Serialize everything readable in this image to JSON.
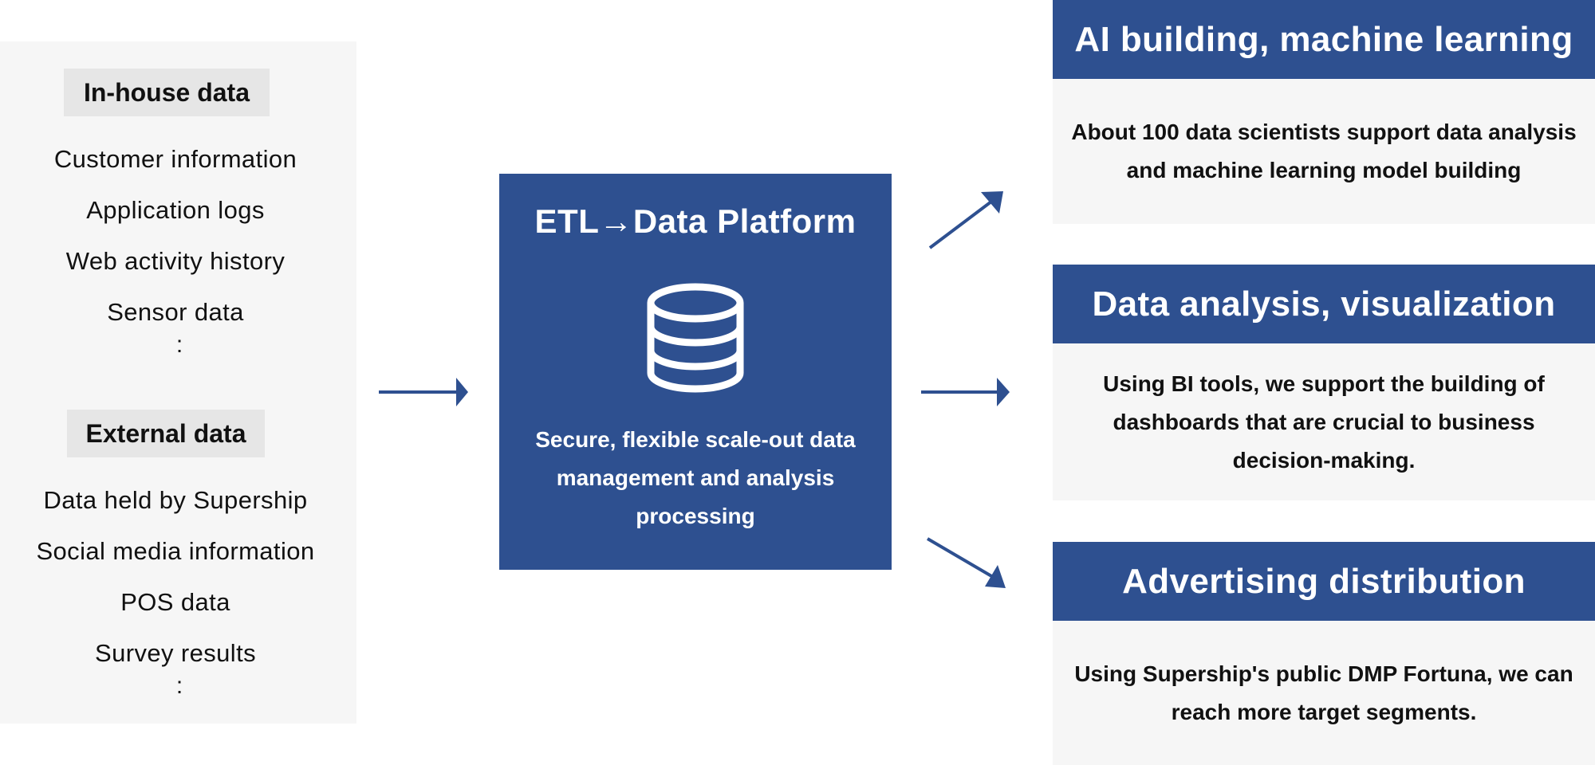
{
  "colors": {
    "brand_blue": "#2e5090",
    "panel_gray": "#f6f6f6",
    "label_gray": "#e6e6e6",
    "text_dark": "#111111",
    "text_light": "#ffffff"
  },
  "sources": {
    "inhouse": {
      "label": "In-house data",
      "items": [
        "Customer information",
        "Application logs",
        "Web activity history",
        "Sensor data"
      ],
      "ellipsis": ":"
    },
    "external": {
      "label": "External data",
      "items": [
        "Data held by Supership",
        "Social media information",
        "POS data",
        "Survey results"
      ],
      "ellipsis": ":"
    }
  },
  "platform": {
    "title": "ETL→Data Platform",
    "icon": "database-icon",
    "description": "Secure, flexible scale-out data management and analysis processing"
  },
  "outputs": [
    {
      "title": "AI building, machine learning",
      "description": "About 100 data scientists support data analysis and machine learning model building"
    },
    {
      "title": "Data analysis, visualization",
      "description": "Using BI tools, we support the building of dashboards that are crucial to business decision-making."
    },
    {
      "title": "Advertising distribution",
      "description": "Using Supership's public DMP Fortuna, we can reach more target segments."
    }
  ]
}
